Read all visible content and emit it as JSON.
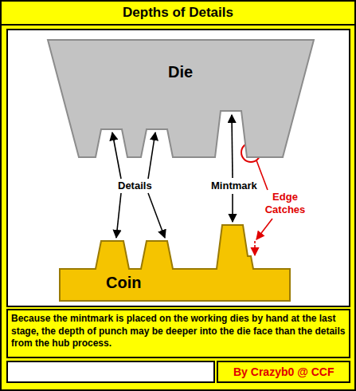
{
  "diagram": {
    "title": "Depths of Details",
    "caption": "Because the mintmark is placed on the working dies by hand at the last stage, the depth of punch may be deeper into the die face than the details from the hub process.",
    "nodes": [
      {
        "text": [
          "Die"
        ]
      },
      {
        "text": [
          "Coin"
        ]
      }
    ],
    "labels": [
      "Details",
      "Mintmark",
      "Edge Catches",
      "By Crazyb0 @ CCF"
    ]
  }
}
